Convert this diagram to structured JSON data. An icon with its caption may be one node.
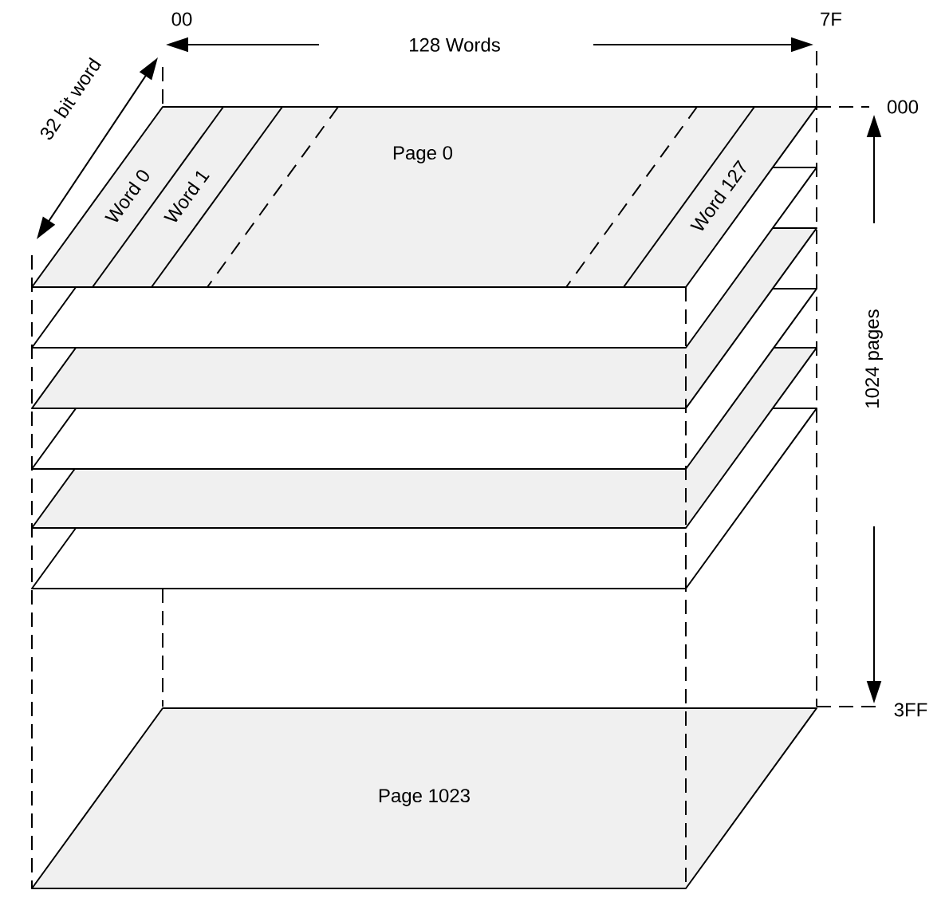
{
  "diagram": {
    "nodes": [
      {
        "text": [
          "Page 0"
        ]
      },
      {
        "text": [],
        "shape": "box"
      },
      {
        "text": [],
        "shape": "box"
      },
      {
        "text": [],
        "shape": "box"
      },
      {
        "text": [],
        "shape": "box"
      },
      {
        "text": [],
        "shape": "box"
      },
      {
        "text": [
          "Page 1023"
        ]
      }
    ],
    "labels": [
      "00",
      "128 Words",
      "7F",
      "32 bit word",
      "Word 0",
      "Word 1",
      "Word 127",
      "000",
      "1024 pages",
      "3FF"
    ]
  }
}
